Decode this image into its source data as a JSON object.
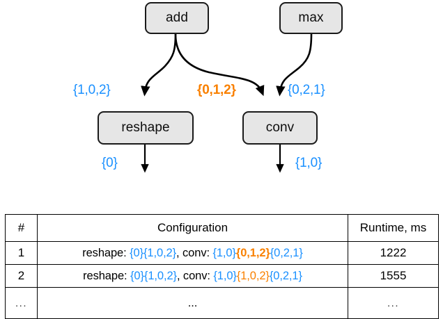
{
  "graph": {
    "nodes": [
      {
        "id": "add",
        "label": "add"
      },
      {
        "id": "max",
        "label": "max"
      },
      {
        "id": "reshape",
        "label": "reshape"
      },
      {
        "id": "conv",
        "label": "conv"
      }
    ],
    "edge_labels": [
      {
        "name": "edge-label-add-reshape",
        "text": "{1,0,2}",
        "highlight": false
      },
      {
        "name": "edge-label-add-conv",
        "text": "{0,1,2}",
        "highlight": true
      },
      {
        "name": "edge-label-max-conv",
        "text": "{0,2,1}",
        "highlight": false
      },
      {
        "name": "edge-label-reshape-out",
        "text": "{0}",
        "highlight": false
      },
      {
        "name": "edge-label-conv-out",
        "text": "{1,0}",
        "highlight": false
      }
    ],
    "colors": {
      "node_fill": "#e6e6e6",
      "node_stroke": "#1a1a1a",
      "edge_stroke": "#000000",
      "label_blue": "#1a90ff",
      "label_orange": "#f98000"
    }
  },
  "table": {
    "headers": {
      "num": "#",
      "configuration": "Configuration",
      "runtime": "Runtime, ms"
    },
    "rows": [
      {
        "num": "1",
        "config_plain": "reshape: {0}{1,0,2}, conv: {1,0}{0,1,2}{0,2,1}",
        "config_parts": [
          {
            "text": "reshape: ",
            "style": "k"
          },
          {
            "text": "{0}",
            "style": "b"
          },
          {
            "text": "{1,0,2}",
            "style": "b"
          },
          {
            "text": ", ",
            "style": "k"
          },
          {
            "text": "conv: ",
            "style": "k"
          },
          {
            "text": "{1,0}",
            "style": "b"
          },
          {
            "text": "{0,1,2}",
            "style": "o"
          },
          {
            "text": "{0,2,1}",
            "style": "b"
          }
        ],
        "runtime": "1222",
        "best": true
      },
      {
        "num": "2",
        "config_plain": "reshape: {0}{1,0,2}, conv: {1,0}{1,0,2}{0,2,1}",
        "config_parts": [
          {
            "text": "reshape: ",
            "style": "k"
          },
          {
            "text": "{0}",
            "style": "b"
          },
          {
            "text": "{1,0,2}",
            "style": "b"
          },
          {
            "text": ", ",
            "style": "k"
          },
          {
            "text": "conv: ",
            "style": "k"
          },
          {
            "text": "{1,0}",
            "style": "b"
          },
          {
            "text": "{1,0,2}",
            "style": "o-thin"
          },
          {
            "text": "{0,2,1}",
            "style": "b"
          }
        ],
        "runtime": "1555",
        "best": false
      },
      {
        "num": "...",
        "config_plain": "...",
        "config_parts": [
          {
            "text": "...",
            "style": "k"
          }
        ],
        "runtime": "...",
        "best": false,
        "ellipsis": true
      }
    ]
  }
}
